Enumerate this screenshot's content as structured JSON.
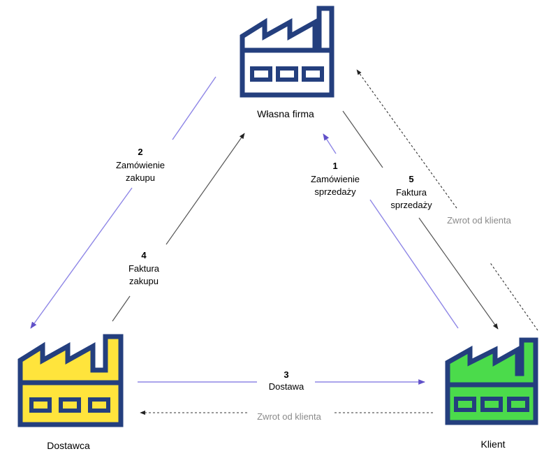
{
  "colors": {
    "outline": "#243F7E",
    "own_fill": "#FFFFFF",
    "supplier_fill": "#FFE43C",
    "client_fill": "#4BDB4B",
    "purple_line": "#8E86E6",
    "purple_arrow": "#6050C8",
    "dark_line": "#555555",
    "return_line": "#333333",
    "return_label": "#8A8A8A"
  },
  "nodes": {
    "own": {
      "label": "Własna firma",
      "icon": "factory-icon"
    },
    "supplier": {
      "label": "Dostawca",
      "icon": "factory-icon"
    },
    "client": {
      "label": "Klient",
      "icon": "factory-icon"
    }
  },
  "flows": {
    "f1": {
      "number": "1",
      "line1": "Zamówienie",
      "line2": "sprzedaży"
    },
    "f2": {
      "number": "2",
      "line1": "Zamówienie",
      "line2": "zakupu"
    },
    "f3": {
      "number": "3",
      "line1": "Dostawa"
    },
    "f4": {
      "number": "4",
      "line1": "Faktura",
      "line2": "zakupu"
    },
    "f5": {
      "number": "5",
      "line1": "Faktura",
      "line2": "sprzedaży"
    },
    "r1": {
      "label": "Zwrot od klienta"
    },
    "r2": {
      "label": "Zwrot od klienta"
    }
  }
}
